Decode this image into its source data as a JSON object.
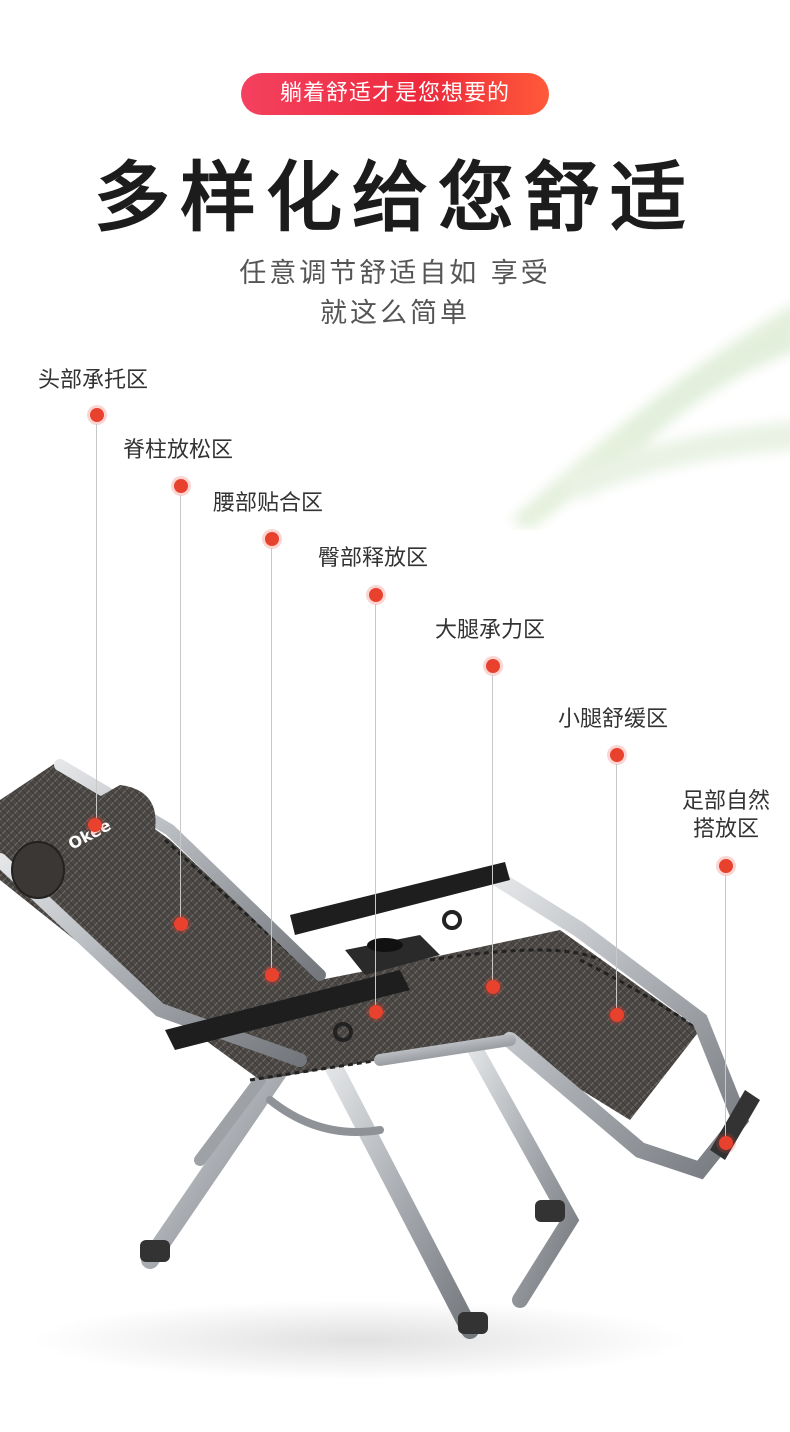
{
  "header": {
    "pill": "躺着舒适才是您想要的",
    "title": "多样化给您舒适",
    "subtitle_line1": "任意调节舒适自如 享受",
    "subtitle_line2": "就这么简单"
  },
  "zones": [
    {
      "label": "头部承托区"
    },
    {
      "label": "脊柱放松区"
    },
    {
      "label": "腰部贴合区"
    },
    {
      "label": "臀部释放区"
    },
    {
      "label": "大腿承力区"
    },
    {
      "label": "小腿舒缓区"
    },
    {
      "label_line1": "足部自然",
      "label_line2": "搭放区"
    }
  ],
  "brand": {
    "logo_text": "Okee"
  },
  "colors": {
    "accent": "#e8412e",
    "pill": "#ee2a3c",
    "title": "#1c1c1c",
    "frame": "#b9bcc0",
    "fabric": "#4a4744"
  }
}
